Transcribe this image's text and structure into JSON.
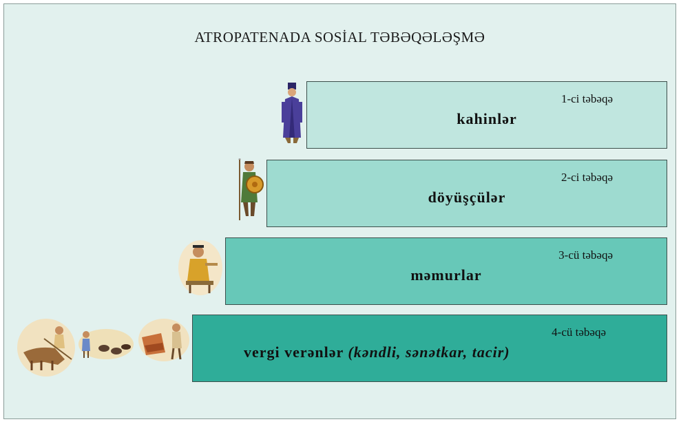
{
  "title": "ATROPATENADA SOSİAL TƏBƏQƏLƏŞMƏ",
  "tiers": [
    {
      "label": "1-ci təbəqə",
      "name": "kahinlər",
      "extra": ""
    },
    {
      "label": "2-ci təbəqə",
      "name": "döyüşçülər",
      "extra": ""
    },
    {
      "label": "3-cü təbəqə",
      "name": "məmurlar",
      "extra": ""
    },
    {
      "label": "4-cü təbəqə",
      "name": "vergi verənlər",
      "extra": "(kəndli, sənətkar, tacir)"
    }
  ],
  "icons": [
    "priest-illustration-icon",
    "warrior-illustration-icon",
    "scribe-illustration-icon",
    "peasant-illustration-icon",
    "shepherd-illustration-icon",
    "craftsman-illustration-icon"
  ]
}
